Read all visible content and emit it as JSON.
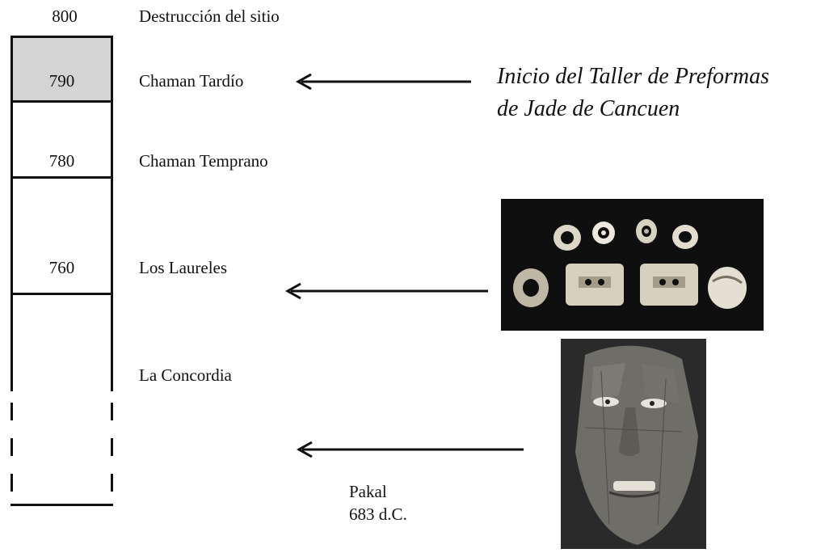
{
  "timeline": {
    "top_year": "800",
    "top_phase": "Destrucción del sitio",
    "rows": [
      {
        "year": "790",
        "phase": "Chaman Tardío"
      },
      {
        "year": "780",
        "phase": "Chaman Temprano"
      },
      {
        "year": "760",
        "phase": "Los Laureles"
      },
      {
        "year": "",
        "phase": "La Concordia"
      }
    ]
  },
  "annotations": {
    "taller_line1": "Inicio del Taller de Preformas",
    "taller_line2": "de Jade de Cancuen",
    "pakal_name": "Pakal",
    "pakal_date": "683 d.C."
  },
  "colors": {
    "highlight_cell": "#d4d4d4",
    "line": "#111111",
    "photo_bg": "#0f0f0f"
  }
}
